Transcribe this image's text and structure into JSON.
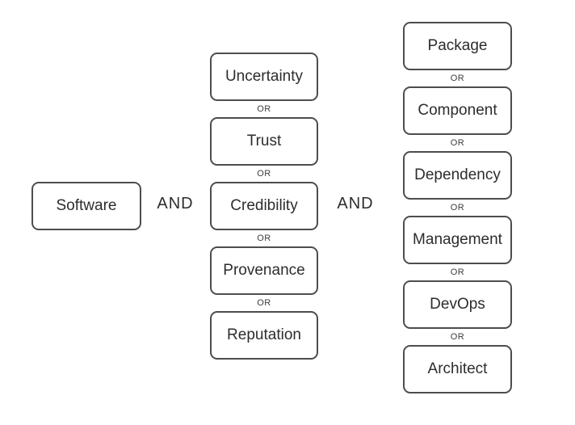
{
  "diagram": {
    "description": "Boolean search term diagram",
    "colors": {
      "background": "#ffffff",
      "box_border": "#4d4d4d",
      "text": "#2d2d2d"
    },
    "root_term": "Software",
    "and_operator_1": "AND",
    "and_operator_2": "AND",
    "or_label": "OR",
    "concept_column": {
      "items": [
        {
          "label": "Uncertainty"
        },
        {
          "label": "Trust"
        },
        {
          "label": "Credibility"
        },
        {
          "label": "Provenance"
        },
        {
          "label": "Reputation"
        }
      ]
    },
    "context_column": {
      "items": [
        {
          "label": "Package"
        },
        {
          "label": "Component"
        },
        {
          "label": "Dependency"
        },
        {
          "label": "Management"
        },
        {
          "label": "DevOps"
        },
        {
          "label": "Architect"
        }
      ]
    }
  }
}
